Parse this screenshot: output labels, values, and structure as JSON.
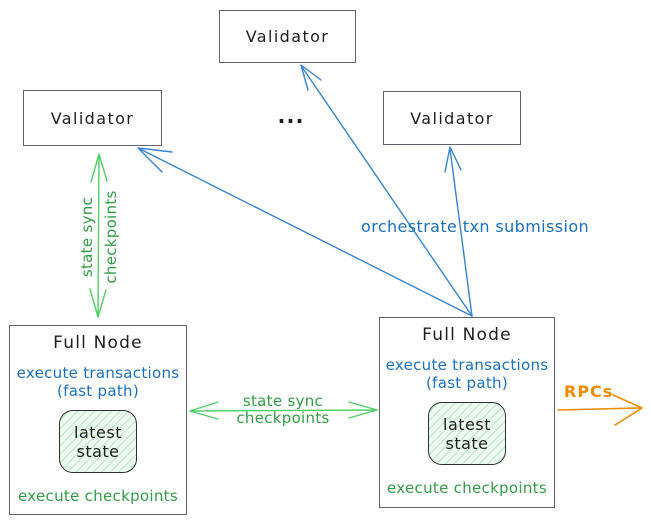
{
  "colors": {
    "blue": "#1971c2",
    "blue_arrow": "#3584d6",
    "green_text": "#2f9e44",
    "green_arrow": "#51cf66",
    "orange": "#f08c00",
    "box_border": "#5c636a",
    "state_border": "#2b2f33",
    "text": "#1e1e1e",
    "background": "#ffffff"
  },
  "nodes": {
    "validator_top": {
      "label": "Validator"
    },
    "validator_left": {
      "label": "Validator"
    },
    "validator_right": {
      "label": "Validator"
    },
    "ellipsis": {
      "label": "..."
    },
    "full_node_left": {
      "title": "Full Node",
      "subtitle_line1": "execute transactions",
      "subtitle_line2": "(fast path)",
      "state_box_line1": "latest",
      "state_box_line2": "state",
      "footer": "execute checkpoints"
    },
    "full_node_right": {
      "title": "Full Node",
      "subtitle_line1": "execute transactions",
      "subtitle_line2": "(fast path)",
      "state_box_line1": "latest",
      "state_box_line2": "state",
      "footer": "execute checkpoints"
    }
  },
  "edges": {
    "validator_fullnode_sync": {
      "label_line1": "state sync",
      "label_line2": "checkpoints"
    },
    "fullnode_fullnode_sync": {
      "label_line1": "state sync",
      "label_line2": "checkpoints"
    },
    "txn_submission": {
      "label": "orchestrate txn submission"
    },
    "rpc": {
      "label": "RPCs"
    }
  }
}
